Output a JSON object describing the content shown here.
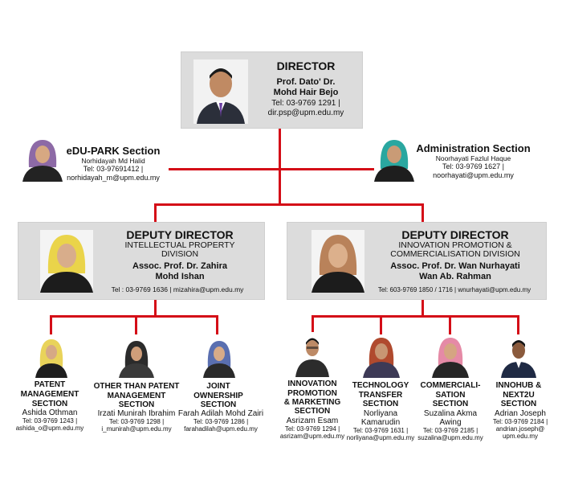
{
  "director": {
    "title": "DIRECTOR",
    "name_line1": "Prof. Dato' Dr.",
    "name_line2": "Mohd Hair Bejo",
    "tel": "Tel: 03-9769 1291 |",
    "email": "dir.psp@upm.edu.my"
  },
  "edupark": {
    "title": "eDU-PARK Section",
    "name": "Norhidayah Md Halid",
    "tel": "Tel: 03-97691412 |",
    "email": "norhidayah_m@upm.edu.my"
  },
  "admin": {
    "title": "Administration Section",
    "name": "Noorhayati Fazlul Haque",
    "tel": "Tel: 03-9769 1627 |",
    "email": "noorhayati@upm.edu.my"
  },
  "deputy_left": {
    "title": "DEPUTY DIRECTOR",
    "division_line1": "INTELLECTUAL PROPERTY",
    "division_line2": "DIVISION",
    "name_line1": "Assoc. Prof.  Dr. Zahira",
    "name_line2": "Mohd Ishan",
    "contact": "Tel : 03-9769  1636 | mizahira@upm.edu.my"
  },
  "deputy_right": {
    "title": "DEPUTY DIRECTOR",
    "division_line1": "INNOVATION PROMOTION &",
    "division_line2": "COMMERCIALISATION DIVISION",
    "name_line1": "Assoc. Prof. Dr. Wan Nurhayati",
    "name_line2": "Wan Ab. Rahman",
    "contact": "Tel: 603-9769  1850 / 1716 | wnurhayati@upm.edu.my"
  },
  "sections": [
    {
      "title_lines": [
        "PATENT",
        "MANAGEMENT",
        "SECTION"
      ],
      "name_lines": [
        "Ashida Othman"
      ],
      "contact_lines": [
        "Tel: 03-9769 1243 |",
        "ashida_o@upm.edu.my"
      ]
    },
    {
      "title_lines": [
        "OTHER THAN PATENT",
        "MANAGEMENT",
        "SECTION"
      ],
      "name_lines": [
        "Irzati Munirah Ibrahim"
      ],
      "contact_lines": [
        "Tel: 03-9769 1298 |",
        "i_munirah@upm.edu.my"
      ]
    },
    {
      "title_lines": [
        "JOINT",
        "OWNERSHIP",
        "SECTION"
      ],
      "name_lines": [
        "Farah Adilah Mohd Zairi"
      ],
      "contact_lines": [
        "Tel: 03-9769 1286 |",
        "farahadilah@upm.edu.my"
      ]
    },
    {
      "title_lines": [
        "INNOVATION",
        "PROMOTION",
        "& MARKETING",
        "SECTION"
      ],
      "name_lines": [
        "Asrizam Esam"
      ],
      "contact_lines": [
        "Tel: 03-9769 1294 |",
        "asrizam@upm.edu.my"
      ]
    },
    {
      "title_lines": [
        "TECHNOLOGY",
        "TRANSFER",
        "SECTION"
      ],
      "name_lines": [
        "Norliyana",
        "Kamarudin"
      ],
      "contact_lines": [
        "Tel: 03-9769 1631 |",
        "norliyana@upm.edu.my"
      ]
    },
    {
      "title_lines": [
        "COMMERCIALI-",
        "SATION",
        "SECTION"
      ],
      "name_lines": [
        "Suzalina Akma",
        "Awing"
      ],
      "contact_lines": [
        "Tel: 03-9769 2185 |",
        "suzalina@upm.edu.my"
      ]
    },
    {
      "title_lines": [
        "INNOHUB &",
        "NEXT2U",
        "SECTION"
      ],
      "name_lines": [
        "Adrian Joseph"
      ],
      "contact_lines": [
        "Tel: 03-9769 2184 |",
        "andrian.joseph@",
        "upm.edu.my"
      ]
    }
  ],
  "colors": {
    "line": "#d40d17",
    "box": "#dcdcdc"
  }
}
